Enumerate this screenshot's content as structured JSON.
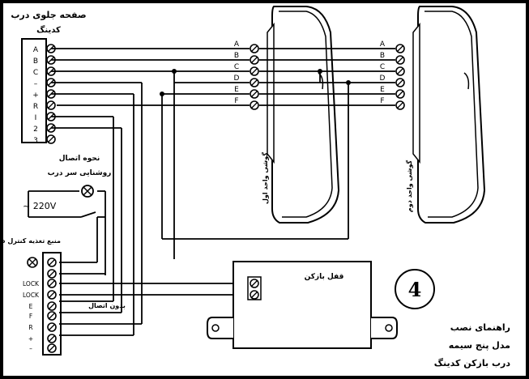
{
  "panel": {
    "title": "صفحه جلوی درب",
    "subtitle": "کدینگ",
    "terminals": [
      "A",
      "B",
      "C",
      "–",
      "+",
      "R",
      "I",
      "2",
      "3"
    ]
  },
  "handsets": [
    {
      "label": "گوشی واحد اول",
      "terminals": [
        "A",
        "B",
        "C",
        "D",
        "E",
        "F"
      ]
    },
    {
      "label": "گوشی واحد دوم",
      "terminals": [
        "A",
        "B",
        "C",
        "D",
        "E",
        "F"
      ]
    }
  ],
  "light": {
    "caption_line1": "نحوه اتصال",
    "caption_line2": "روشنایی سر درب"
  },
  "mains": {
    "label": "~ 220V"
  },
  "controller": {
    "caption": "منبع تغذیه کنترل دار",
    "terminals": [
      "⊗",
      "",
      "LOCK",
      "LOCK",
      "E",
      "F",
      "R",
      "+",
      "–"
    ],
    "no_connect_label": "بدون اتصال"
  },
  "lock": {
    "label": "قفل بازکن"
  },
  "figure_number": "4",
  "caption": {
    "line1": "راهنمای نصب",
    "line2": "مدل پنج سیمه",
    "line3": "درب بازکن کدینگ"
  }
}
